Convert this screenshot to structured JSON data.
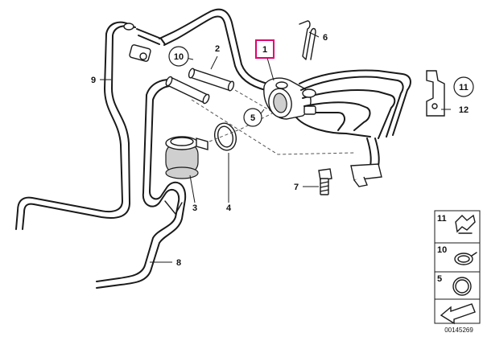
{
  "callouts": {
    "c1": "1",
    "c2": "2",
    "c3": "3",
    "c4": "4",
    "c5": "5",
    "c6": "6",
    "c7": "7",
    "c8": "8",
    "c9": "9",
    "c10": "10",
    "c11": "11",
    "c12": "12"
  },
  "legend": {
    "items": [
      "11",
      "10",
      "5"
    ]
  },
  "diagram_code": "00145269",
  "colors": {
    "highlight": "#e0006f"
  }
}
